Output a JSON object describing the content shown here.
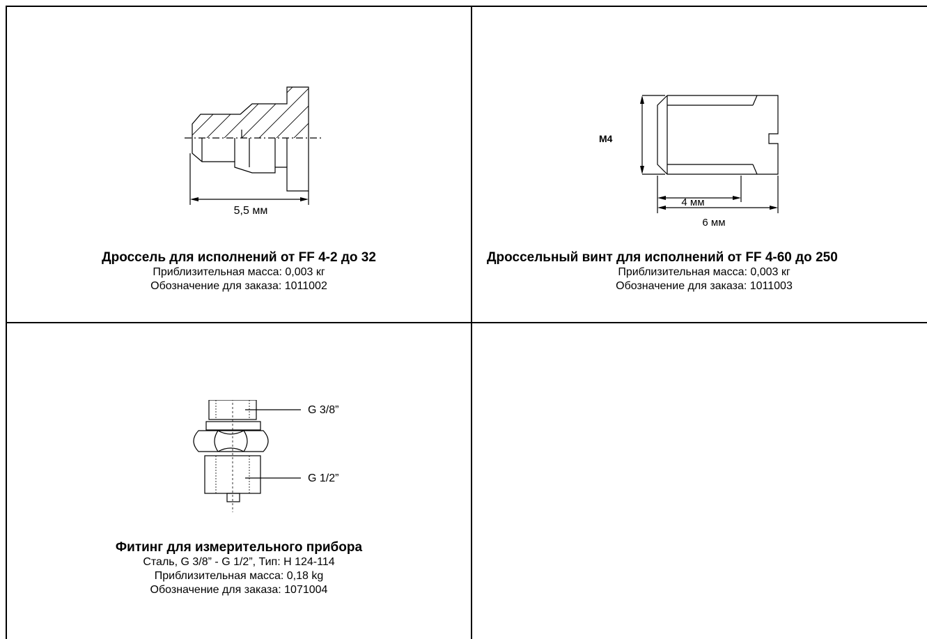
{
  "cells": [
    {
      "title": "Дроссель для исполнений от FF 4-2 до 32",
      "lines": [
        "Приблизительная масса: 0,003 кг",
        "Обозначение для заказа: 1011002"
      ],
      "drawing": {
        "dimension": "5,5 мм"
      }
    },
    {
      "title": "Дроссельный винт для исполнений от FF 4-60 до 250",
      "lines": [
        "Приблизительная масса: 0,003 кг",
        "Обозначение для заказа: 1011003"
      ],
      "drawing": {
        "thread": "M4",
        "dim_inner": "4 мм",
        "dim_outer": "6 мм"
      }
    },
    {
      "title": "Фитинг для измерительного прибора",
      "lines": [
        "Сталь, G 3/8” - G 1/2”, Тип: H 124-114",
        "Приблизительная масса: 0,18 kg",
        "Обозначение для заказа: 1071004"
      ],
      "drawing": {
        "upper_thread": "G 3/8”",
        "lower_thread": "G 1/2”"
      }
    }
  ]
}
